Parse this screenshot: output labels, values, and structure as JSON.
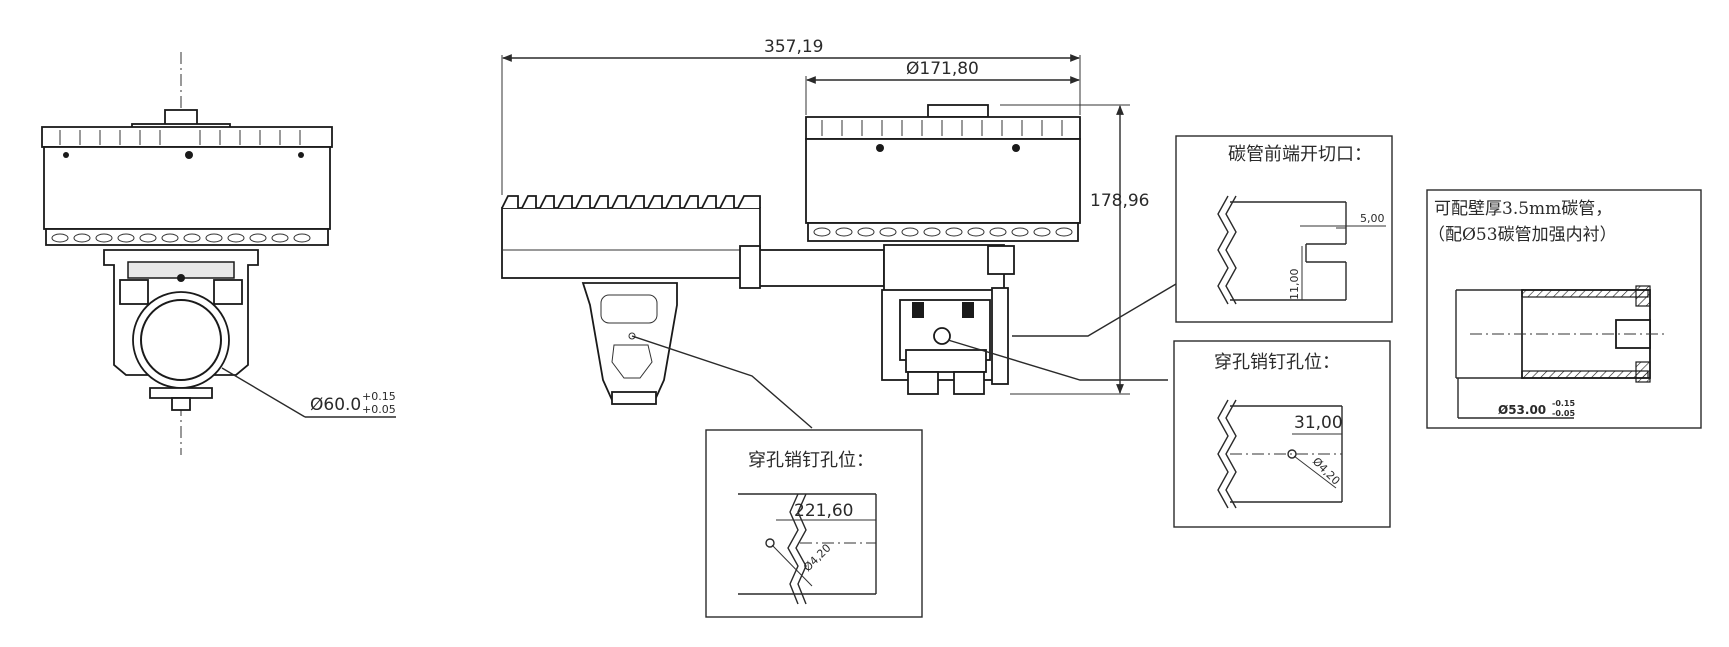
{
  "dimensions": {
    "overall_length": "357,19",
    "fan_diameter": "Ø171,80",
    "height": "178,96",
    "tube_bore": "Ø60.0",
    "tube_bore_tol_upper": "+0.15",
    "tube_bore_tol_lower": "+0.05"
  },
  "callouts": {
    "notch": {
      "title": "碳管前端开切口：",
      "dim_width": "5,00",
      "dim_depth": "11,00"
    },
    "pin_hole_right": {
      "title": "穿孔销钉孔位：",
      "dim_offset": "31,00",
      "dim_hole": "Ø4,20"
    },
    "pin_hole_left": {
      "title": "穿孔销钉孔位：",
      "dim_offset": "221,60",
      "dim_hole": "Ø4,20"
    },
    "tube_spec": {
      "line1": "可配壁厚3.5mm碳管，",
      "line2": "（配Ø53碳管加强内衬）",
      "dim_diameter": "Ø53.00",
      "tol_upper": "-0.15",
      "tol_lower": "-0.05"
    }
  }
}
